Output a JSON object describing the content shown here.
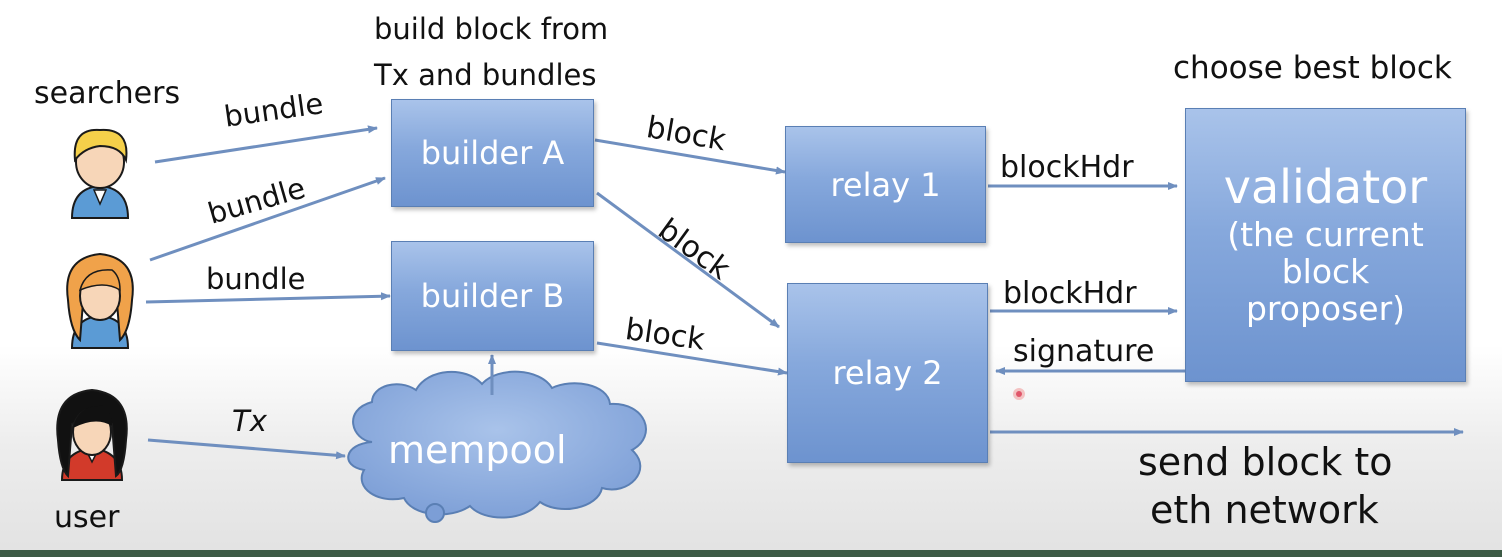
{
  "labels": {
    "build_note_line1": "build block from",
    "build_note_line2": "Tx and bundles",
    "choose_note": "choose best block",
    "searchers": "searchers",
    "user": "user",
    "bundle_1": "bundle",
    "bundle_2": "bundle",
    "bundle_3": "bundle",
    "tx": "Tx",
    "block_a_relay1": "block",
    "block_a_relay2": "block",
    "block_b_relay2": "block",
    "blockhdr_1": "blockHdr",
    "blockhdr_2": "blockHdr",
    "signature": "signature",
    "send_line1": "send block to",
    "send_line2": "eth network"
  },
  "nodes": {
    "builder_a": "builder A",
    "builder_b": "builder B",
    "relay_1": "relay 1",
    "relay_2": "relay 2",
    "mempool": "mempool",
    "validator_title": "validator",
    "validator_line1": "(the current",
    "validator_line2": "block",
    "validator_line3": "proposer)"
  },
  "colors": {
    "box_light": "#a9c3ea",
    "box_dark": "#6d93cf",
    "arrow": "#6f8fbf"
  },
  "icons": {
    "searcher_1": "person-yellow-hair-icon",
    "searcher_2": "person-orange-hair-icon",
    "user": "person-black-hair-icon"
  }
}
